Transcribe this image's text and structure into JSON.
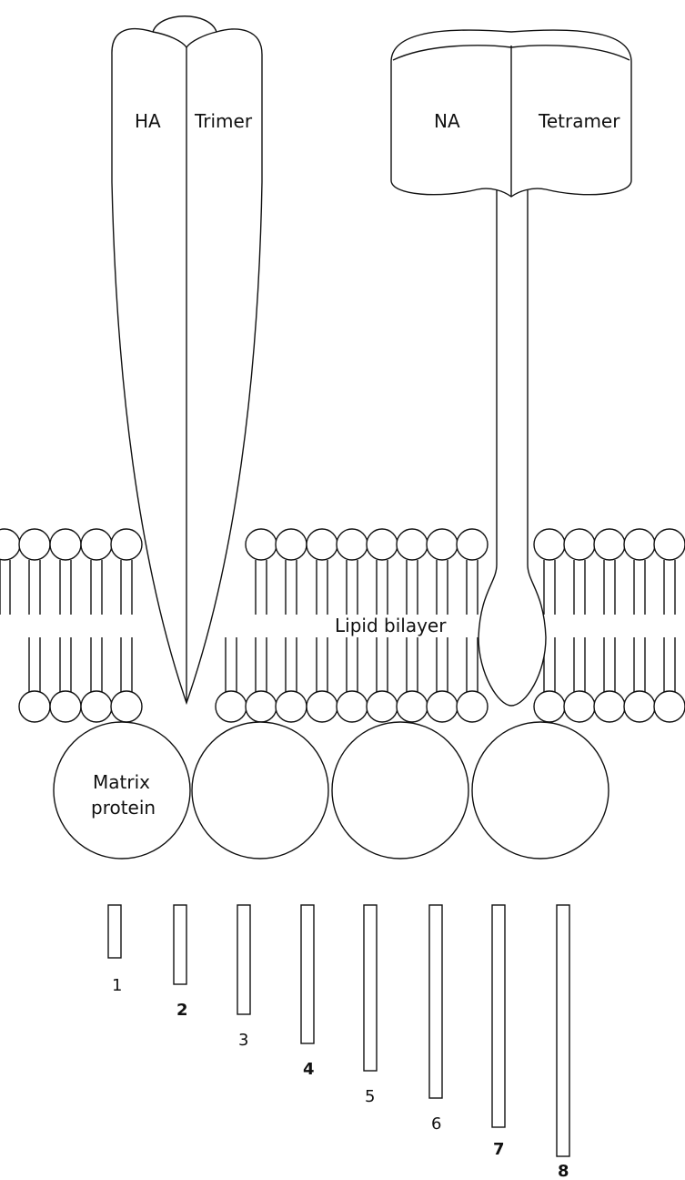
{
  "labels": {
    "ha": "HA",
    "ha_trimer": "Trimer",
    "na": "NA",
    "na_tetramer": "Tetramer",
    "lipid_bilayer": "Lipid bilayer",
    "matrix_line1": "Matrix",
    "matrix_line2": "protein"
  },
  "segments": [
    "1",
    "2",
    "3",
    "4",
    "5",
    "6",
    "7",
    "8"
  ]
}
